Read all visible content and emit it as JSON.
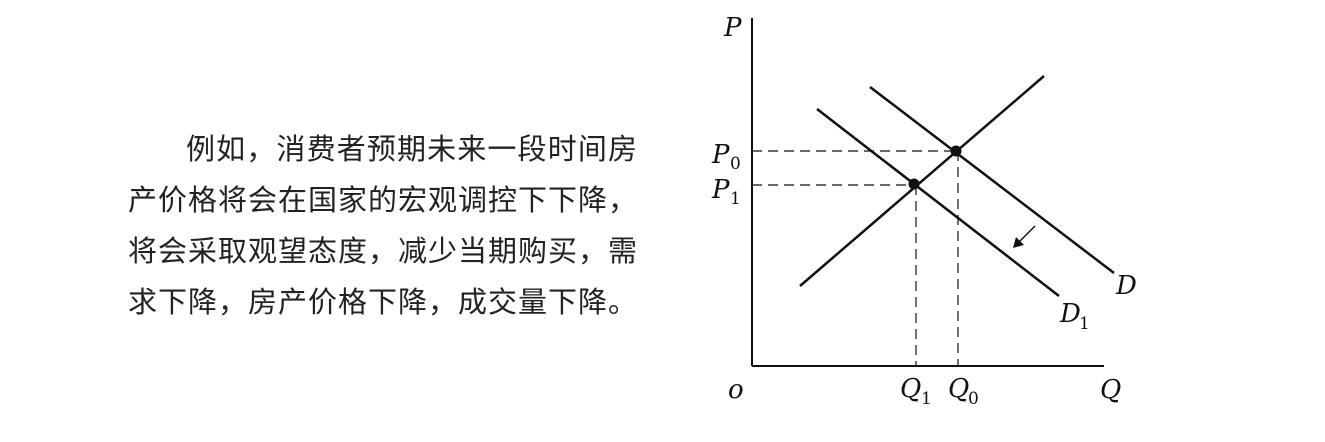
{
  "paragraph": "例如，消费者预期未来一段时间房产价格将会在国家的宏观调控下下降，将会采取观望态度，减少当期购买，需求下降，房产价格下降，成交量下降。",
  "diagram": {
    "y_axis_label": "P",
    "x_axis_label": "Q",
    "origin_label": "o",
    "p0_label": "P",
    "p0_sub": "0",
    "p1_label": "P",
    "p1_sub": "1",
    "q1_label": "Q",
    "q1_sub": "1",
    "q0_label": "Q",
    "q0_sub": "0",
    "d_label": "D",
    "d1_label": "D",
    "d1_sub": "1"
  }
}
